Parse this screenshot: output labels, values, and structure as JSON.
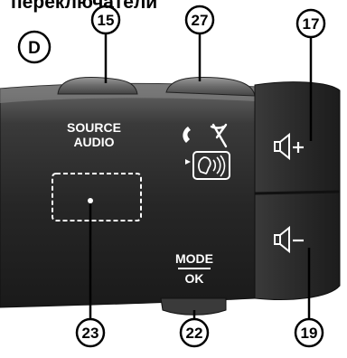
{
  "header": {
    "title": "переключатели"
  },
  "panel": {
    "letter": "D"
  },
  "callouts": {
    "c15": "15",
    "c27": "27",
    "c17": "17",
    "c23": "23",
    "c22": "22",
    "c19": "19"
  },
  "stalk": {
    "source_line1": "SOURCE",
    "source_line2": "AUDIO",
    "mode_label": "MODE",
    "ok_label": "OK"
  },
  "colors": {
    "stalk_body": "#2c2c2c",
    "button_grey": "#6e6e6e",
    "label_white": "#ffffff",
    "callout_outline": "#000000"
  }
}
